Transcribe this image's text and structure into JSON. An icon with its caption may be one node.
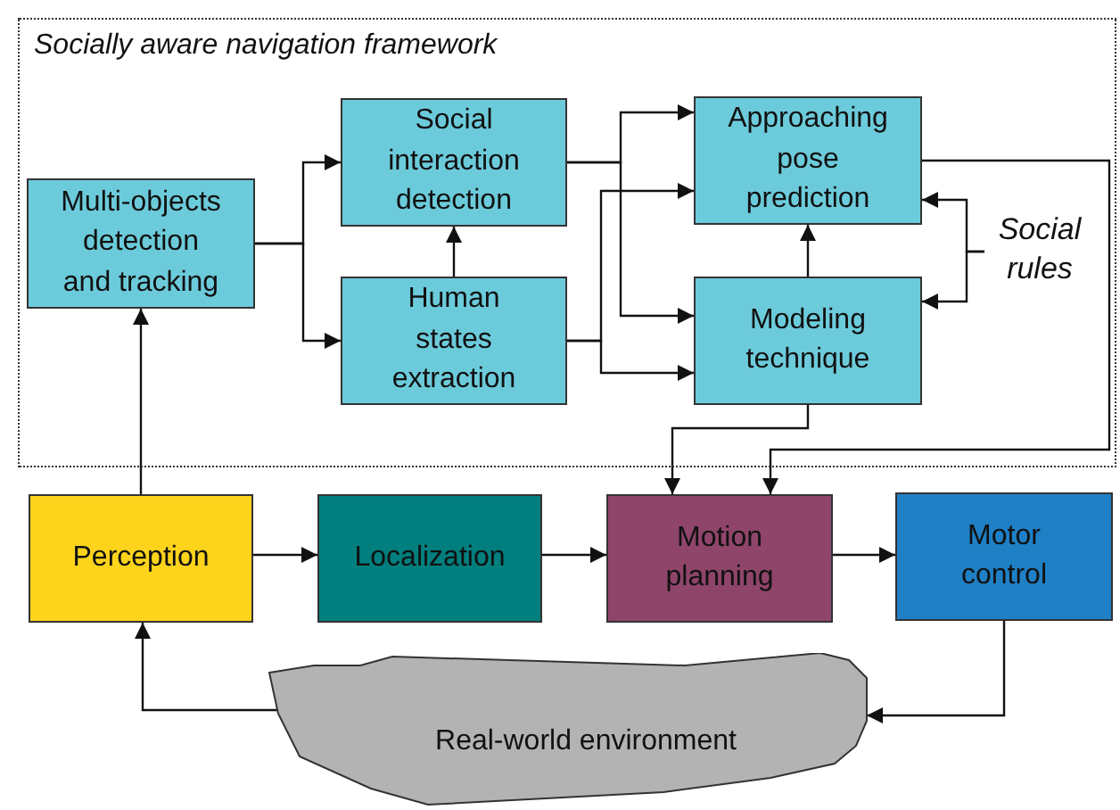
{
  "diagram": {
    "nodes": [
      {
        "text": [
          "Socially aware navigation framework"
        ]
      },
      {
        "text": [
          "Multi-objects detection and tracking"
        ],
        "in": 0
      },
      {
        "text": [
          "Social interaction detection"
        ],
        "in": 0
      },
      {
        "text": [
          "Human states extraction"
        ],
        "in": 0
      },
      {
        "text": [
          "Approaching pose prediction"
        ],
        "in": 0
      },
      {
        "text": [
          "Modeling technique"
        ],
        "in": 0
      },
      {
        "text": [
          "Social rules"
        ],
        "in": 0
      },
      {
        "text": [
          "Perception"
        ]
      },
      {
        "text": [
          "Localization"
        ]
      },
      {
        "text": [
          "Motion planning"
        ]
      },
      {
        "text": [
          "Motor control"
        ]
      },
      {
        "text": [
          "Real-world environment"
        ]
      }
    ],
    "edges": [
      {
        "from": 1,
        "to": 2,
        "arrow": "to"
      },
      {
        "from": 1,
        "to": 3,
        "arrow": "to"
      },
      {
        "from": 3,
        "to": 2,
        "arrow": "to"
      },
      {
        "from": 2,
        "to": 4,
        "arrow": "to"
      },
      {
        "from": 2,
        "to": 5,
        "arrow": "to"
      },
      {
        "from": 3,
        "to": 4,
        "arrow": "to"
      },
      {
        "from": 3,
        "to": 5,
        "arrow": "to"
      },
      {
        "from": 5,
        "to": 4,
        "arrow": "to"
      },
      {
        "from": 6,
        "to": 4,
        "arrow": "to"
      },
      {
        "from": 6,
        "to": 5,
        "arrow": "to"
      },
      {
        "from": 5,
        "to": 9,
        "arrow": "to"
      },
      {
        "from": 4,
        "to": 9,
        "arrow": "to"
      },
      {
        "from": 7,
        "to": 1,
        "arrow": "to"
      },
      {
        "from": 7,
        "to": 8,
        "arrow": "to"
      },
      {
        "from": 8,
        "to": 9,
        "arrow": "to"
      },
      {
        "from": 9,
        "to": 10,
        "arrow": "to"
      },
      {
        "from": 10,
        "to": 11,
        "arrow": "to"
      },
      {
        "from": 11,
        "to": 7,
        "arrow": "to"
      }
    ]
  }
}
